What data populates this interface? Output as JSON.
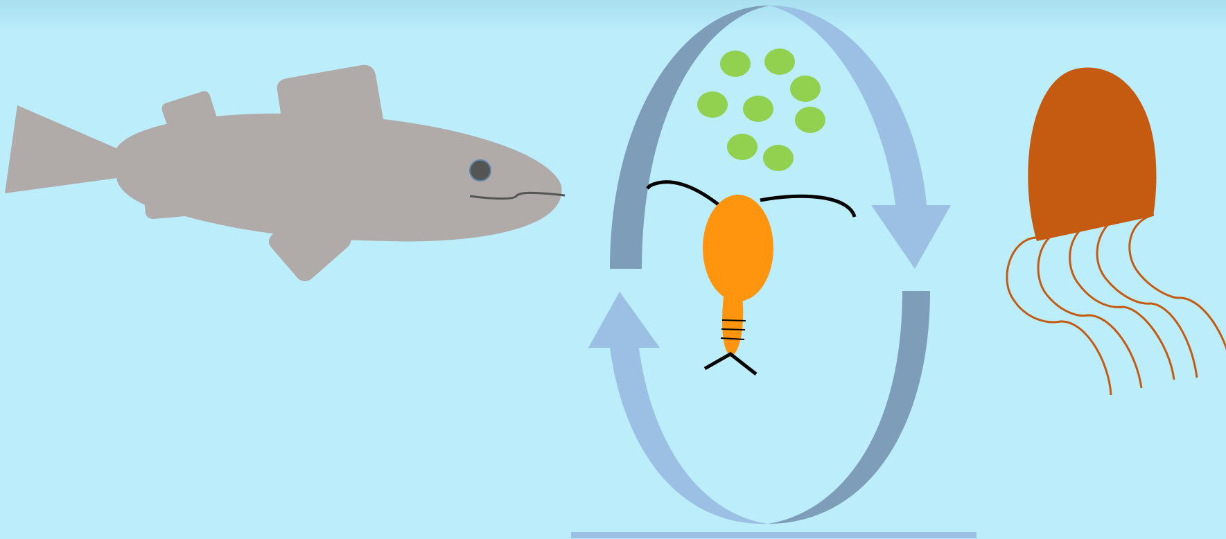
{
  "diagram": {
    "type": "marine food web illustration",
    "text_labels": []
  },
  "colors": {
    "water": "#bbedfa",
    "water_top": "#b2e4f3",
    "fish": "#b0aaa8",
    "fish_eye": "#555555",
    "fish_eye_ring": "#5f86a8",
    "cycle_arrow_light": "#9cc0e3",
    "cycle_arrow_dark": "#7d9db8",
    "phytoplankton": "#92d050",
    "copepod": "#ff950e",
    "copepod_detail": "#000000",
    "jellyfish": "#c55a11",
    "floor_line": "#9cc0e3"
  },
  "organisms": [
    {
      "name": "fish",
      "icon": "fish-icon"
    },
    {
      "name": "phytoplankton",
      "icon": "algae-cell-icon",
      "count": 8
    },
    {
      "name": "copepod",
      "icon": "copepod-icon"
    },
    {
      "name": "jellyfish",
      "icon": "jellyfish-icon"
    }
  ],
  "cycle": {
    "arrows": 2,
    "direction": "clockwise"
  }
}
